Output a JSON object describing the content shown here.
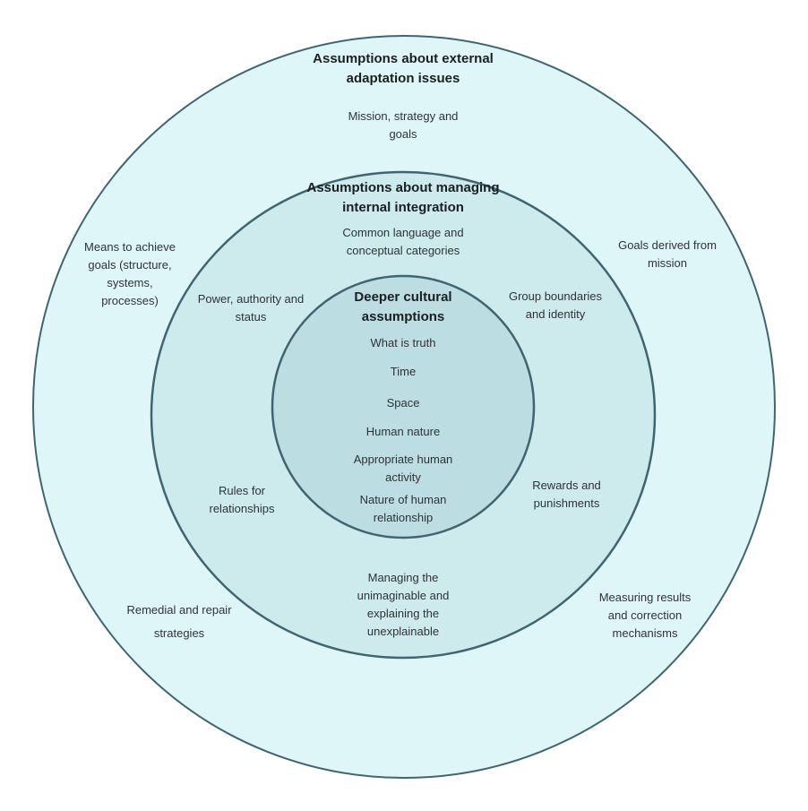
{
  "colors": {
    "background": "#ffffff",
    "outer_ring_fill": "#dff6f8",
    "middle_ring_fill": "#cdeaed",
    "inner_circle_fill": "#bcdde1",
    "ring_stroke": "#3f6670"
  },
  "outer": {
    "title": "Assumptions about external\nadaptation issues",
    "items": [
      "Mission, strategy and\ngoals",
      "Means to achieve\ngoals (structure,\nsystems,\nprocesses)",
      "Goals derived from\nmission",
      "Remedial and repair\nstrategies",
      "Measuring results\nand correction\nmechanisms"
    ]
  },
  "middle": {
    "title": "Assumptions about managing\ninternal integration",
    "items": [
      "Common language and\nconceptual categories",
      "Power, authority and\nstatus",
      "Group boundaries\nand identity",
      "Rules for\nrelationships",
      "Rewards and\npunishments",
      "Managing the\nunimaginable and\nexplaining the\nunexplainable"
    ]
  },
  "inner": {
    "title": "Deeper cultural\nassumptions",
    "items": [
      "What is truth",
      "Time",
      "Space",
      "Human nature",
      "Appropriate human\nactivity",
      "Nature of human\nrelationship"
    ]
  }
}
